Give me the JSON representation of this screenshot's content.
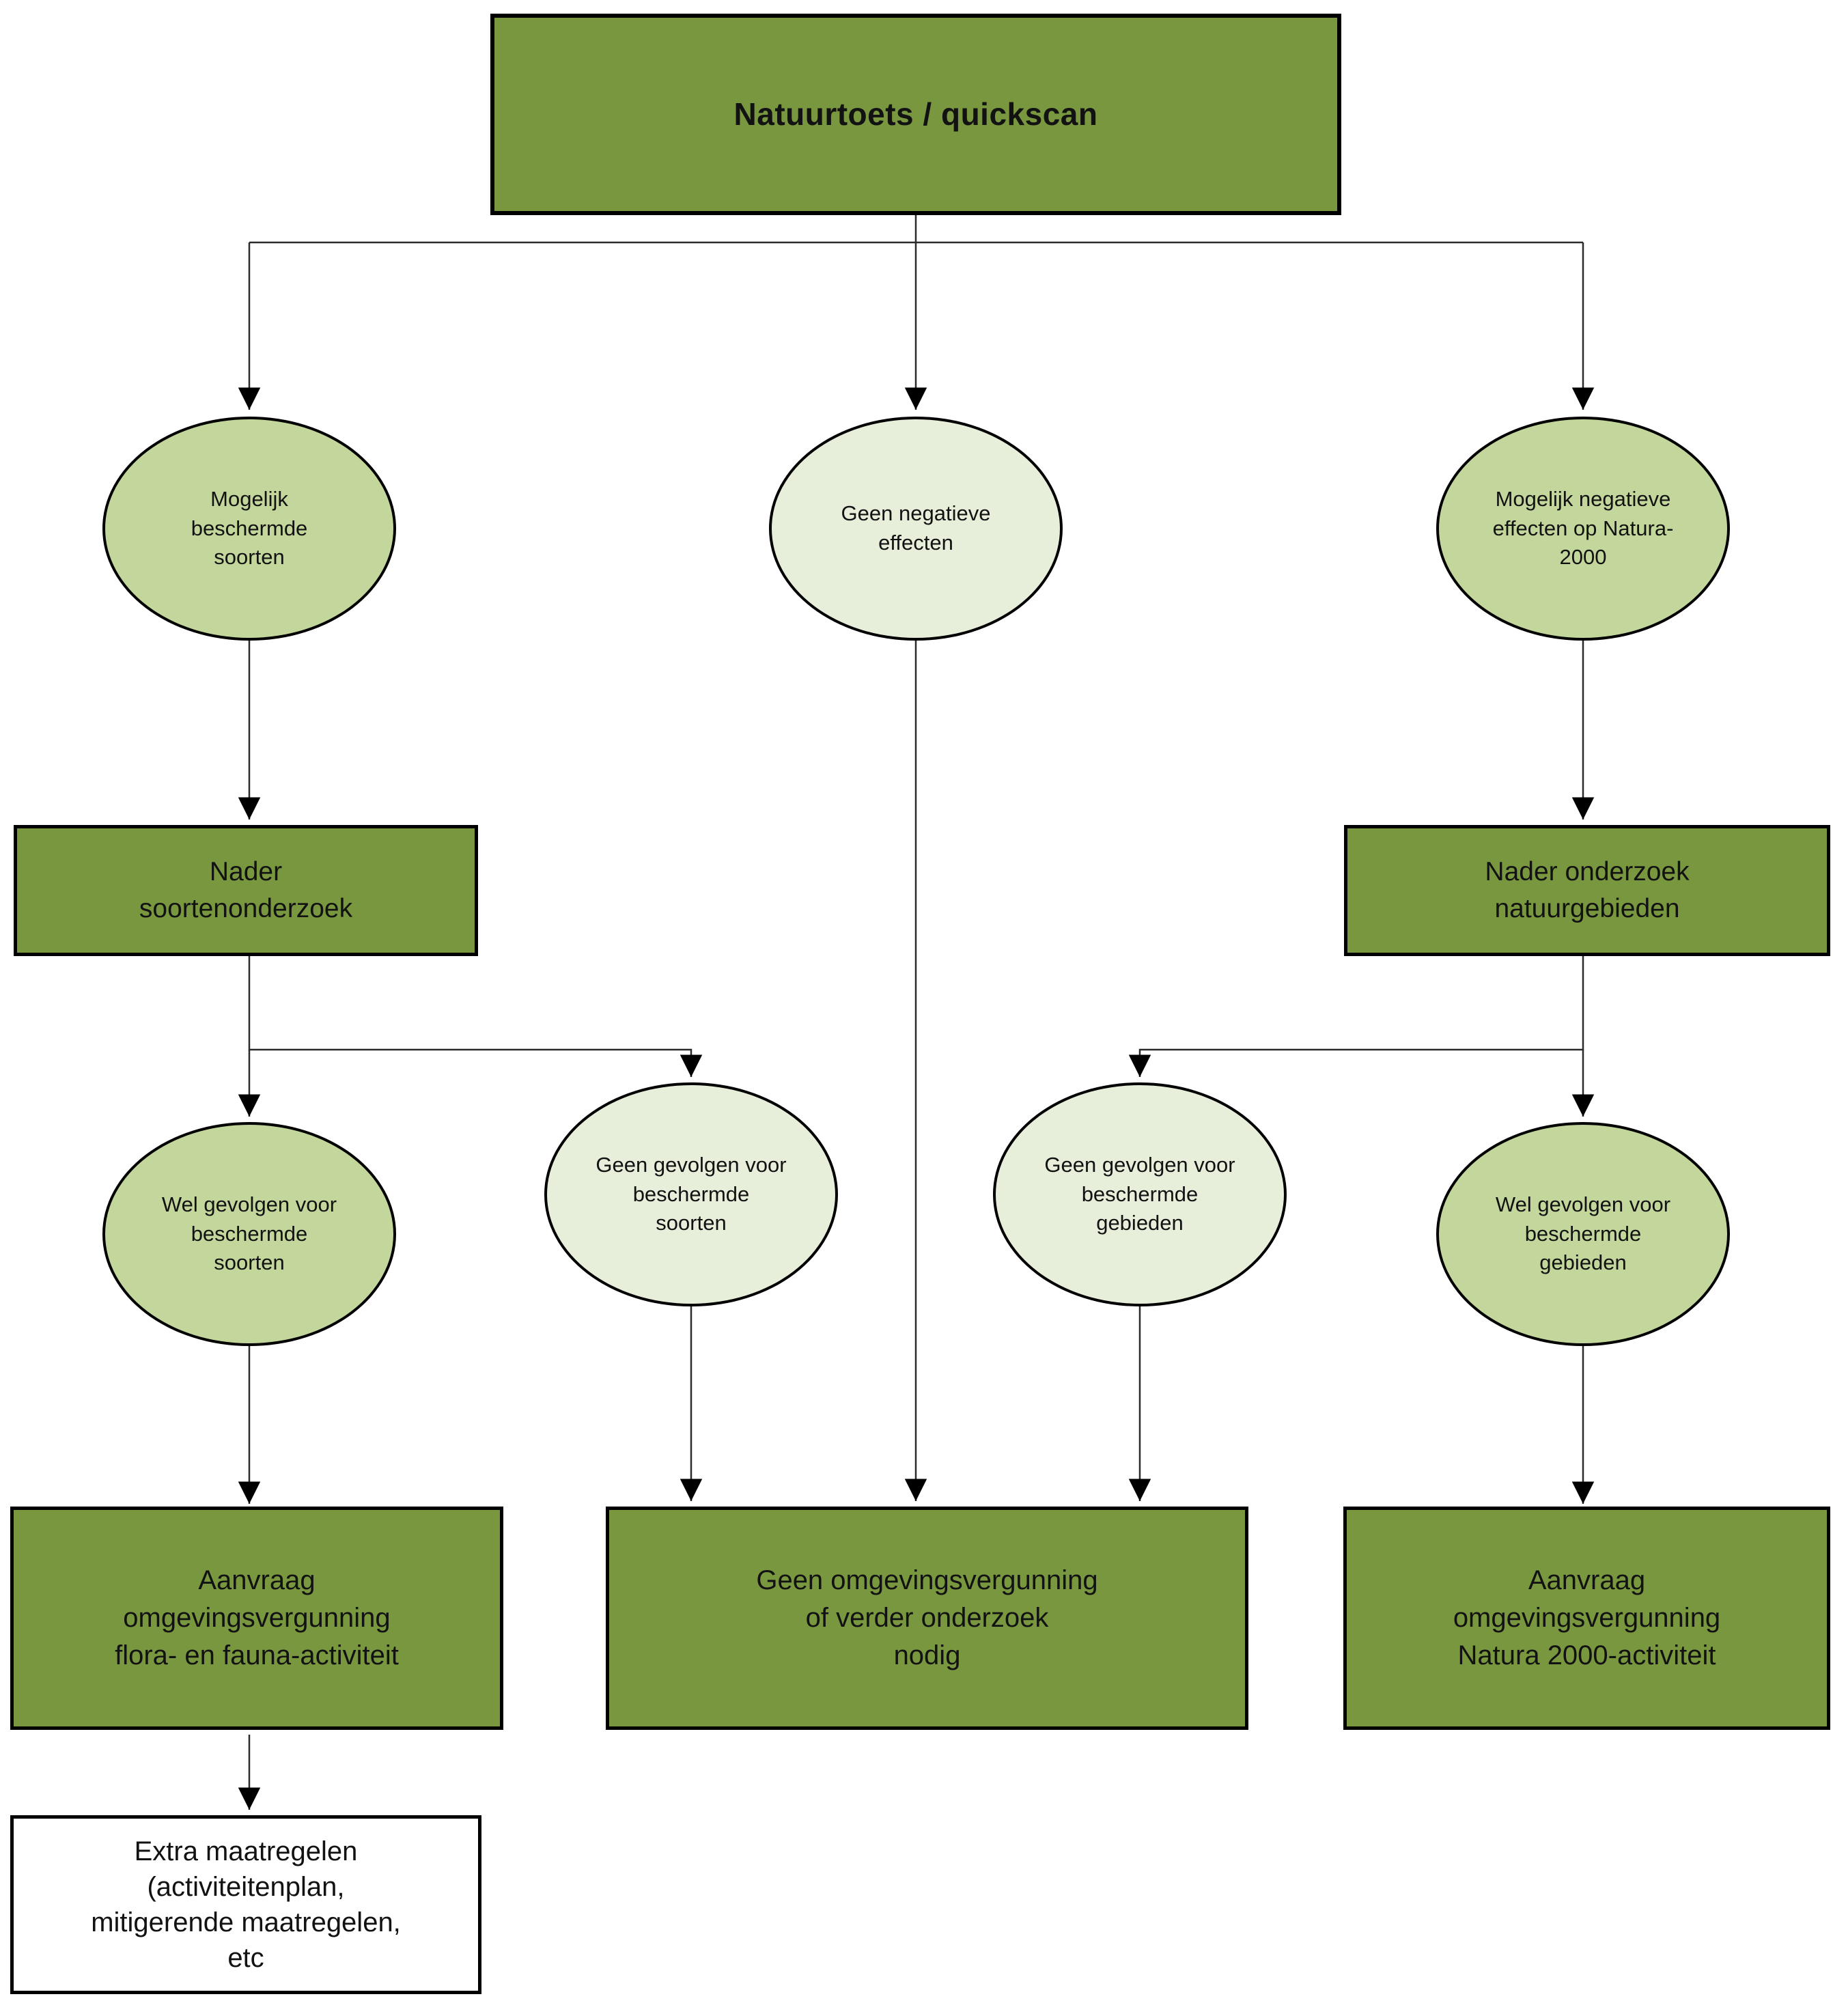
{
  "diagram": {
    "language": "nl",
    "type": "flowchart",
    "title": "Natuurtoets /  quickscan"
  },
  "colors": {
    "dark_green": "#78973f",
    "light_green": "#c3d69b",
    "pale_green": "#e7eeda",
    "border": "#000000",
    "connector": "#2b2b2b",
    "text": "#121212",
    "background": "#ffffff"
  },
  "nodes": {
    "top": {
      "label": "Natuurtoets /  quickscan",
      "shape": "rectangle",
      "fill": "dark_green"
    },
    "mogelijk_beschermde_soorten": {
      "label": "Mogelijk\nbeschermde\nsoorten",
      "shape": "ellipse",
      "fill": "light_green"
    },
    "geen_negatieve_effecten": {
      "label": "Geen negatieve\neffecten",
      "shape": "ellipse",
      "fill": "pale_green"
    },
    "mogelijk_negatieve_effecten_natura": {
      "label": "Mogelijk negatieve\neffecten op Natura-\n2000",
      "shape": "ellipse",
      "fill": "light_green"
    },
    "nader_soortenonderzoek": {
      "label": "Nader\nsoortenonderzoek",
      "shape": "rectangle",
      "fill": "dark_green"
    },
    "nader_onderzoek_natuurgebieden": {
      "label": "Nader onderzoek\nnatuurgebieden",
      "shape": "rectangle",
      "fill": "dark_green"
    },
    "wel_gevolgen_soorten": {
      "label": "Wel gevolgen voor\nbeschermde\nsoorten",
      "shape": "ellipse",
      "fill": "light_green"
    },
    "geen_gevolgen_soorten": {
      "label": "Geen gevolgen voor\nbeschermde\nsoorten",
      "shape": "ellipse",
      "fill": "pale_green"
    },
    "geen_gevolgen_gebieden": {
      "label": "Geen gevolgen voor\nbeschermde\ngebieden",
      "shape": "ellipse",
      "fill": "pale_green"
    },
    "wel_gevolgen_gebieden": {
      "label": "Wel gevolgen voor\nbeschermde\ngebieden",
      "shape": "ellipse",
      "fill": "light_green"
    },
    "aanvraag_flora_fauna": {
      "label": "Aanvraag\nomgevingsvergunning\nflora- en fauna-activiteit",
      "shape": "rectangle",
      "fill": "dark_green"
    },
    "geen_omgevingsvergunning": {
      "label": "Geen omgevingsvergunning\nof verder onderzoek\nnodig",
      "shape": "rectangle",
      "fill": "dark_green"
    },
    "aanvraag_natura2000": {
      "label": "Aanvraag\nomgevingsvergunning\nNatura 2000-activiteit",
      "shape": "rectangle",
      "fill": "dark_green"
    },
    "extra_maatregelen": {
      "label": "Extra maatregelen\n(activiteitenplan,\nmitigerende maatregelen,\netc",
      "shape": "rectangle",
      "fill": "white"
    }
  },
  "edges": [
    {
      "from": "top",
      "to": "mogelijk_beschermde_soorten"
    },
    {
      "from": "top",
      "to": "geen_negatieve_effecten"
    },
    {
      "from": "top",
      "to": "mogelijk_negatieve_effecten_natura"
    },
    {
      "from": "mogelijk_beschermde_soorten",
      "to": "nader_soortenonderzoek"
    },
    {
      "from": "mogelijk_negatieve_effecten_natura",
      "to": "nader_onderzoek_natuurgebieden"
    },
    {
      "from": "geen_negatieve_effecten",
      "to": "geen_omgevingsvergunning"
    },
    {
      "from": "nader_soortenonderzoek",
      "to": "wel_gevolgen_soorten"
    },
    {
      "from": "nader_soortenonderzoek",
      "to": "geen_gevolgen_soorten"
    },
    {
      "from": "nader_onderzoek_natuurgebieden",
      "to": "geen_gevolgen_gebieden"
    },
    {
      "from": "nader_onderzoek_natuurgebieden",
      "to": "wel_gevolgen_gebieden"
    },
    {
      "from": "wel_gevolgen_soorten",
      "to": "aanvraag_flora_fauna"
    },
    {
      "from": "geen_gevolgen_soorten",
      "to": "geen_omgevingsvergunning"
    },
    {
      "from": "geen_gevolgen_gebieden",
      "to": "geen_omgevingsvergunning"
    },
    {
      "from": "wel_gevolgen_gebieden",
      "to": "aanvraag_natura2000"
    },
    {
      "from": "aanvraag_flora_fauna",
      "to": "extra_maatregelen"
    }
  ]
}
